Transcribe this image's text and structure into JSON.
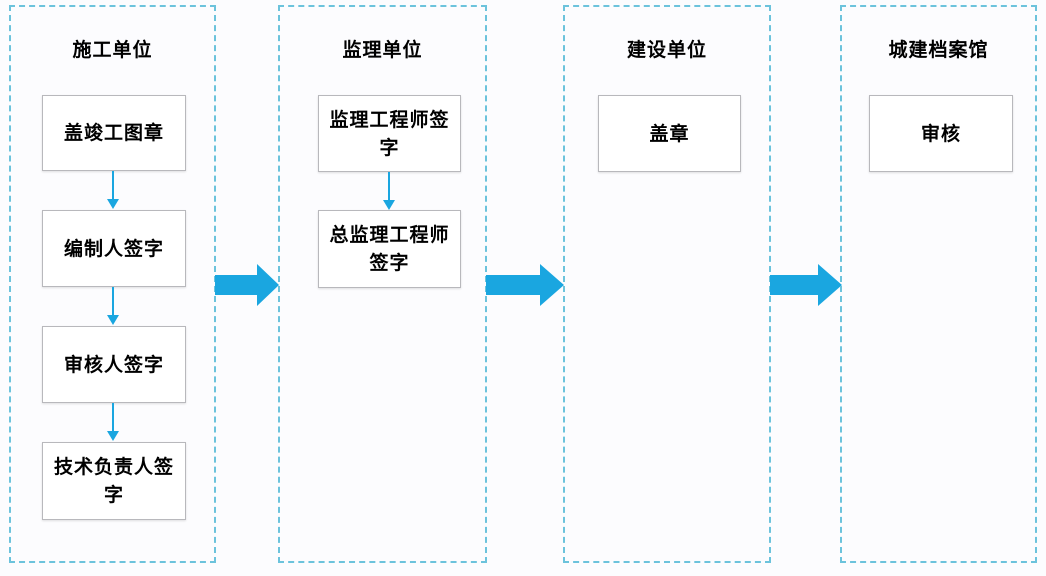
{
  "colors": {
    "lane_border": "#6cc3dc",
    "arrow": "#1aa6e0",
    "box_border": "#b8b8bc",
    "text": "#000000"
  },
  "lanes": [
    {
      "title": "施工单位",
      "steps": [
        "盖竣工图章",
        "编制人签字",
        "审核人签字",
        "技术负责人签字"
      ]
    },
    {
      "title": "监理单位",
      "steps": [
        "监理工程师签字",
        "总监理工程师签字"
      ]
    },
    {
      "title": "建设单位",
      "steps": [
        "盖章"
      ]
    },
    {
      "title": "城建档案馆",
      "steps": [
        "审核"
      ]
    }
  ],
  "flow": {
    "direction": "left-to-right",
    "between_lanes_icon": "block-arrow-right",
    "within_lane_icon": "arrow-down"
  }
}
